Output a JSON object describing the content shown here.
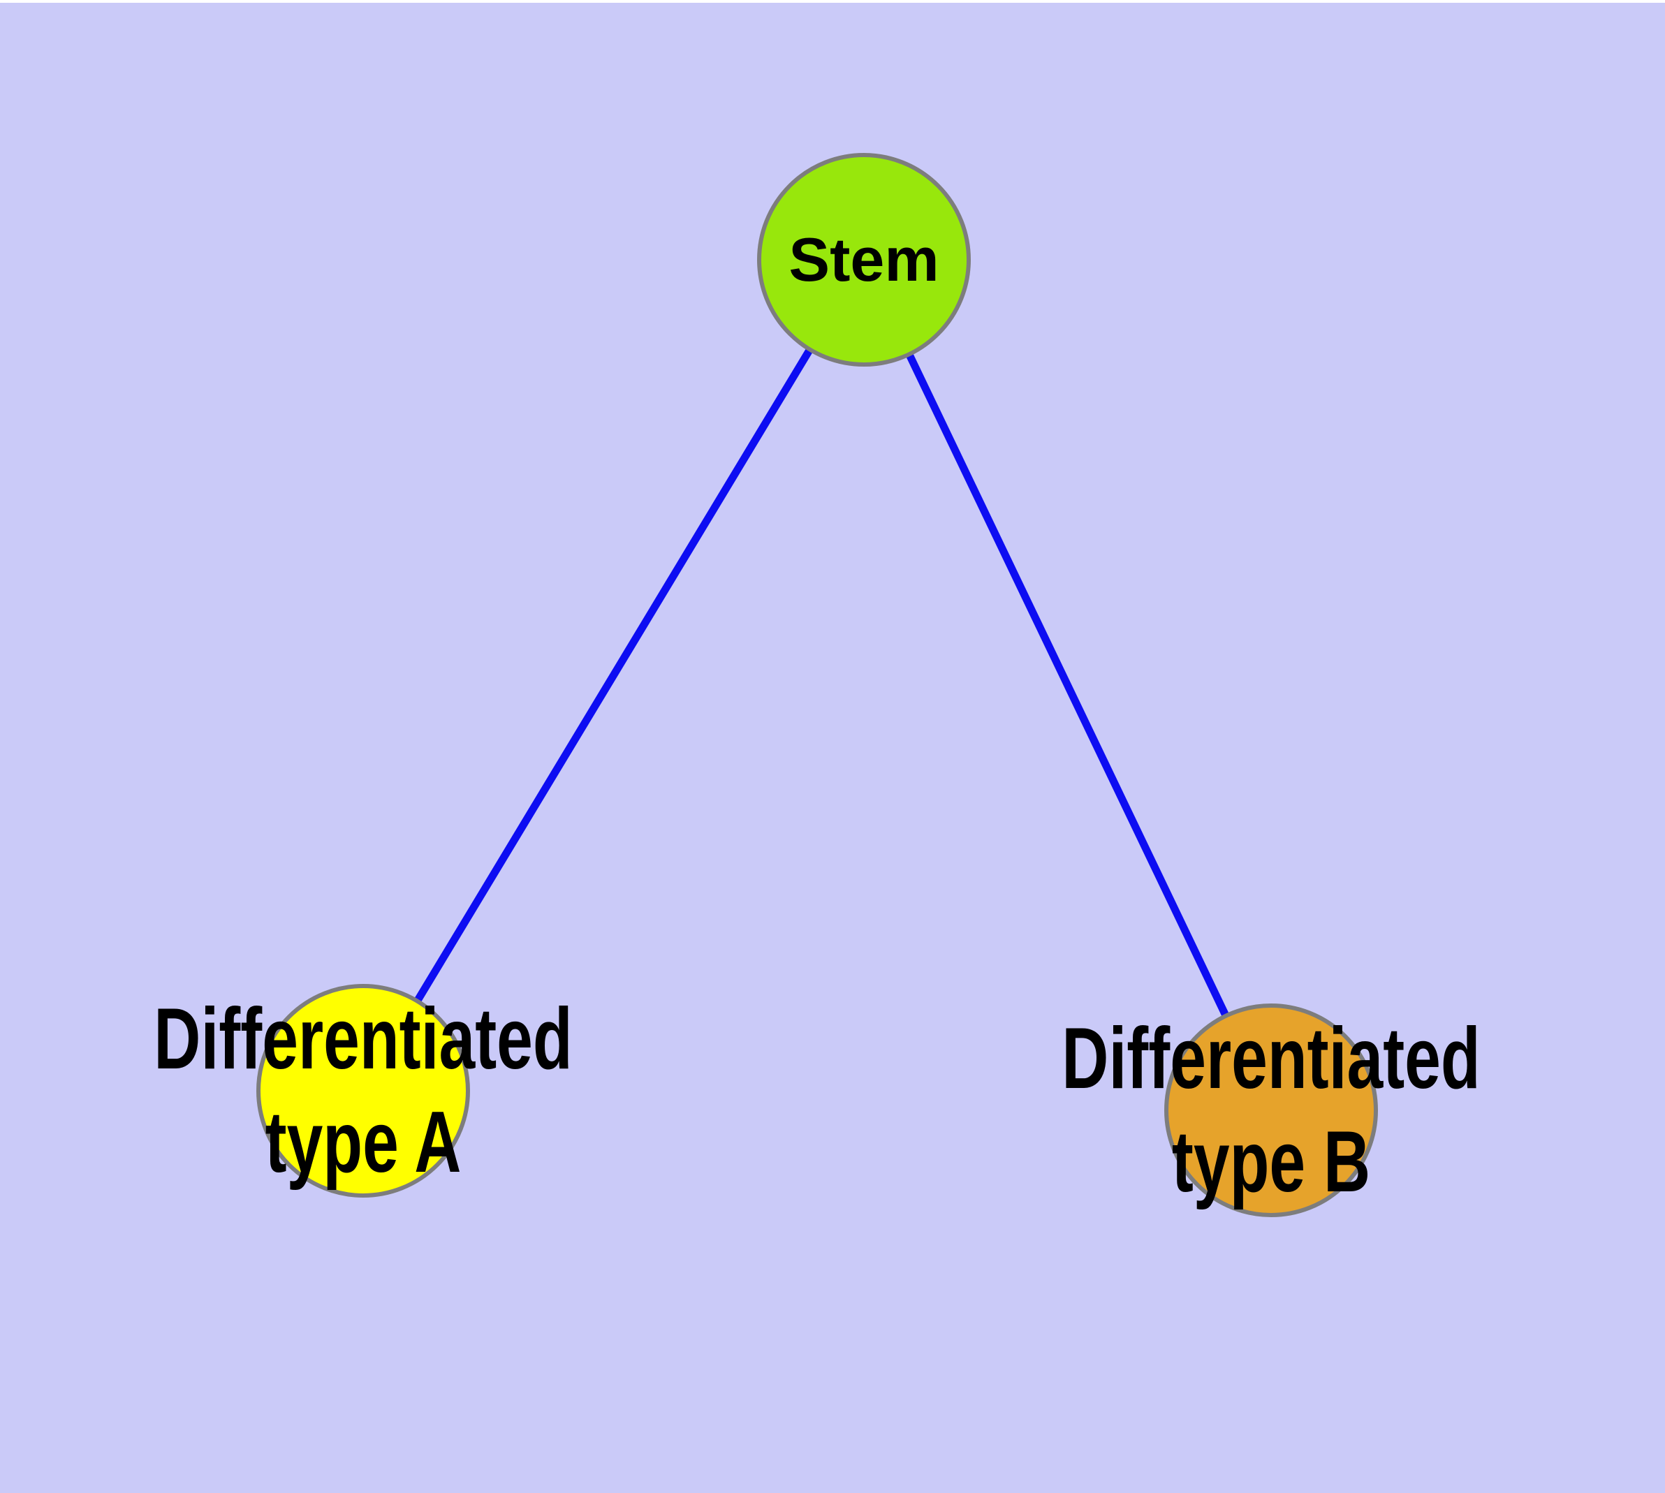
{
  "diagram": {
    "type": "node-link-graph",
    "background_color": "#cacaf8",
    "top_edge_strip_color": "#ffffff",
    "edge_color": "#0d0df2",
    "node_border_color": "#7d7d7d",
    "label_color": "#000000",
    "nodes": [
      {
        "id": "stem",
        "label": "Stem",
        "fill": "#98e70c"
      },
      {
        "id": "differentiated-type-a",
        "label": "Differentiated type A",
        "label_line1": "Differentiated",
        "label_line2": "type A",
        "fill": "#ffff00"
      },
      {
        "id": "differentiated-type-b",
        "label": "Differentiated type B",
        "label_line1": "Differentiated",
        "label_line2": "type B",
        "fill": "#e6a32b"
      }
    ],
    "edges": [
      {
        "from": "Stem",
        "to": "Differentiated type A"
      },
      {
        "from": "Stem",
        "to": "Differentiated type B"
      }
    ]
  }
}
